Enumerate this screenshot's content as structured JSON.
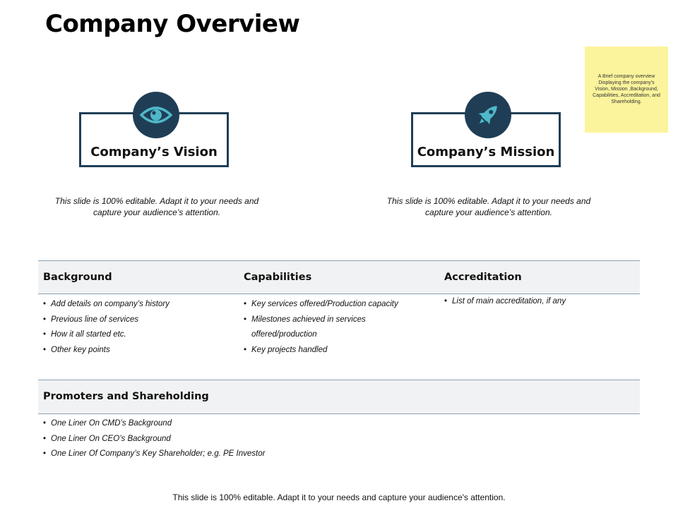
{
  "title": "Company Overview",
  "note": "A Brief company overview Displaying the company’s Vision, Mission ,Background, Capabilities, Accreditation, and Shareholding.",
  "vision": {
    "label": "Company’s Vision",
    "icon": "eye-icon",
    "caption": "This slide is 100% editable. Adapt it to your needs and capture your audience’s attention."
  },
  "mission": {
    "label": "Company’s Mission",
    "icon": "rocket-icon",
    "caption": "This slide is 100% editable. Adapt it to your needs and capture your audience’s attention."
  },
  "sections": {
    "background": {
      "header": "Background",
      "items": [
        "Add details on company’s history",
        "Previous line of services",
        "How it all started etc.",
        "Other key points"
      ]
    },
    "capabilities": {
      "header": "Capabilities",
      "items": [
        "Key services offered/Production capacity",
        "Milestones achieved in services offered/production",
        "Key projects handled"
      ]
    },
    "accreditation": {
      "header": "Accreditation",
      "items": [
        "List of main accreditation, if any"
      ]
    },
    "promoters": {
      "header": "Promoters and Shareholding",
      "items": [
        "One Liner On CMD’s Background",
        "One Liner On CEO’s Background",
        "One Liner Of Company’s Key Shareholder; e.g. PE Investor"
      ]
    }
  },
  "footer": "This slide is 100% editable. Adapt it to your needs and capture your audience's attention.",
  "colors": {
    "accent": "#1f3e56",
    "icon_fill": "#4fb8c9",
    "note_bg": "#fbf49c",
    "band_bg": "#f1f2f3"
  }
}
